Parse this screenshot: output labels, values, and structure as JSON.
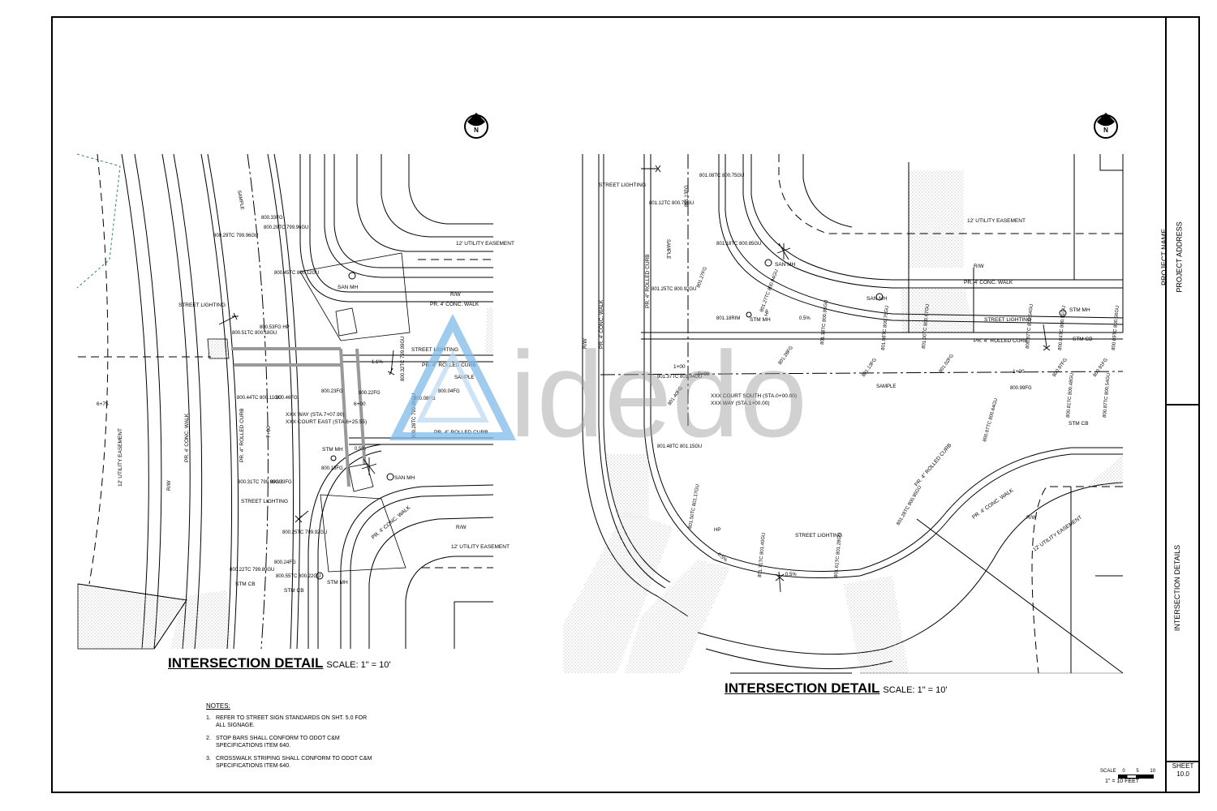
{
  "sheet": {
    "project_name": "PROJECT NAME",
    "project_address": "PROJECT ADDRESS",
    "sheet_title": "INTERSECTION DETAILS",
    "sheet_label": "SHEET",
    "sheet_number": "10.0"
  },
  "left_detail": {
    "title": "INTERSECTION DETAIL",
    "scale": "SCALE: 1\" = 10'",
    "labels": {
      "sample_top": "SAMPLE",
      "sample_mid": "SAMPLE",
      "utility_easement_top": "12' UTILITY EASEMENT",
      "utility_easement_left": "12' UTILITY EASEMENT",
      "utility_easement_bottom": "12' UTILITY EASEMENT",
      "rw_top": "R/W",
      "rw_left": "R/W",
      "rw_bottom": "R/W",
      "walk_top": "PR. 4' CONC. WALK",
      "walk_left": "PR. 4' CONC. WALK",
      "walk_bottom": "PR. 4' CONC. WALK",
      "curb_top": "PR. 4\" ROLLED CURB",
      "curb_left": "PR. 4\" ROLLED CURB",
      "curb_bottom": "PR. 4\" ROLLED CURB",
      "street_light_1": "STREET LIGHTING",
      "street_light_2": "STREET LIGHTING",
      "street_light_3": "STREET LIGHTING",
      "san_mh_1": "SAN MH",
      "san_mh_2": "SAN MH",
      "stm_mh_1": "STM MH",
      "stm_mh_2": "STM MH",
      "stm_cb_1": "STM CB",
      "stm_cb_2": "STM CB",
      "station_675": "6+75",
      "station_700": "7+00",
      "station_600": "6+00",
      "way_sta": "XXX WAY (STA.7+07.90)",
      "court_sta": "XXX COURT EAST (STA.6+25.55)",
      "e1": "800.29TC 799.96GU",
      "e2": "800.33FG",
      "e3": "800.29TC 799.96GU",
      "e4": "800.45TC 800.12GU",
      "e5": "800.51TC 800.18GU",
      "e6": "800.53FG HP",
      "e7": "800.46FG",
      "e8": "800.23FG",
      "e9": "800.22FG",
      "e10": "800.08FG",
      "e11": "800.04FG",
      "e12": "800.44TC 800.11GU",
      "e13": "800.31TC 799.98GU",
      "e14": "800.33FG",
      "e15": "800.13FG",
      "e16": "800.25TC 799.92GU",
      "e17": "800.24FG",
      "e18": "800.22TC 799.89GU",
      "e19": "800.55TC 800.22GU",
      "e20": "800.32TC 799.99GU",
      "e21": "800.28TC 799.95GU",
      "slope_1": "1.1%",
      "slope_2": "0.5%"
    }
  },
  "right_detail": {
    "title": "INTERSECTION DETAIL",
    "scale": "SCALE: 1\" = 10'",
    "labels": {
      "street_light_1": "STREET LIGHTING",
      "street_light_2": "STREET LIGHTING",
      "street_light_3": "STREET LIGHTING",
      "utility_easement_top": "12' UTILITY EASEMENT",
      "utility_easement_bottom": "12' UTILITY EASEMENT",
      "rw_top": "R/W",
      "rw_left": "R/W",
      "rw_bottom": "R/W",
      "walk_top": "PR. 4' CONC. WALK",
      "walk_left": "PR. 4' CONC. WALK",
      "walk_bottom": "PR. 4' CONC. WALK",
      "curb_top": "PR. 4\" ROLLED CURB",
      "curb_left": "PR. 4\" ROLLED CURB",
      "curb_bottom": "PR. 4\" ROLLED CURB",
      "sample_left": "SAMPLE",
      "sample_mid": "SAMPLE",
      "san_mh_1": "SAN MH",
      "san_mh_2": "SAN MH",
      "stm_mh_1": "STM MH",
      "stm_mh_2": "STM MH",
      "stm_cb_1": "STM CB",
      "stm_cb_2": "STM CB",
      "station_100a": "1+00",
      "station_000": "0+00",
      "station_100b": "1+00",
      "court_sta": "XXX COURT SOUTH (STA.0+00.00)",
      "way_sta": "XXX WAY (STA.1+00.00)",
      "rim": "801.18RIM",
      "hp_1": "HP",
      "hp_2": "HP",
      "e1": "801.08TC 800.75GU",
      "e2": "801.12TC 800.79GU",
      "e3": "801.13FG",
      "e4": "801.18TC 800.85GU",
      "e5": "801.25TC 800.92GU",
      "e6": "801.27FG",
      "e7": "801.27TC 800.94GU",
      "e8": "801.28FG",
      "e9": "801.13FG",
      "e10": "801.02FG",
      "e11": "800.99FG",
      "e12": "800.97FG",
      "e13": "800.91FG",
      "e14": "801.37TC 801.04GU",
      "e15": "801.40FG",
      "e16": "801.48TC 801.15GU",
      "e17": "801.50TC 801.17GU",
      "e18": "801.18TC 800.85GU",
      "e19": "801.08TC 800.75GU",
      "e20": "801.00TC 800.67GU",
      "e21": "800.87TC 800.54GU",
      "e22": "800.84TC 800.51GU",
      "e23": "800.89TC 800.56GU",
      "e24": "800.81TC 800.48GU",
      "e25": "800.87TC 800.54GU",
      "e26": "800.97TC 800.64GU",
      "e27": "801.28TC 800.95GU",
      "e28": "801.71TC 801.40GU",
      "e29": "801.61TC 801.28GU",
      "slope_1": "0.5%",
      "slope_2": "0.5%",
      "slope_3": "0.5%"
    }
  },
  "notes": {
    "heading": "NOTES:",
    "items": [
      {
        "num": "1.",
        "text": "REFER TO STREET SIGN STANDARDS ON SHT. 5.0 FOR ALL SIGNAGE."
      },
      {
        "num": "2.",
        "text": "STOP BARS SHALL CONFORM TO ODOT C&M SPECIFICATIONS ITEM 640."
      },
      {
        "num": "3.",
        "text": "CROSSWALK STRIPING SHALL CONFORM TO ODOT C&M SPECIFICATIONS ITEM 640."
      }
    ]
  },
  "scale_bar": {
    "label": "SCALE",
    "ticks": [
      "0",
      "5",
      "10"
    ],
    "ratio": "1\" = 10 FEET"
  },
  "watermark": {
    "text": "idedo"
  }
}
